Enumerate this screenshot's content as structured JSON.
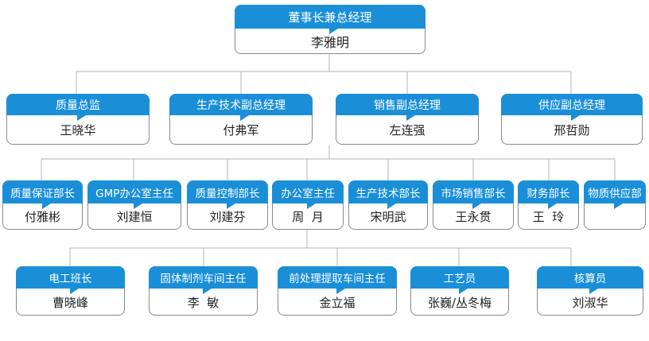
{
  "chairman": {
    "title": "董事长兼总经理",
    "name": "李雅明"
  },
  "vice": [
    {
      "title": "质量总监",
      "name": "王晓华"
    },
    {
      "title": "生产技术副总经理",
      "name": "付弗军"
    },
    {
      "title": "销售副总经理",
      "name": "左连强"
    },
    {
      "title": "供应副总经理",
      "name": "邢哲勋"
    }
  ],
  "departments": [
    {
      "title": "质量保证部长",
      "name": "付雅彬"
    },
    {
      "title": "GMP办公室主任",
      "name": "刘建恒"
    },
    {
      "title": "质量控制部长",
      "name": "刘建芬"
    },
    {
      "title": "办公室主任",
      "name": "周  月"
    },
    {
      "title": "生产技术部长",
      "name": "宋明武"
    },
    {
      "title": "市场销售部长",
      "name": "王永贯"
    },
    {
      "title": "财务部长",
      "name": "王  玲"
    },
    {
      "title": "物质供应部",
      "name": ""
    }
  ],
  "workshops": [
    {
      "title": "电工班长",
      "name": "曹晓峰"
    },
    {
      "title": "固体制剂车间主任",
      "name": "李  敏"
    },
    {
      "title": "前处理提取车间主任",
      "name": "金立福"
    },
    {
      "title": "工艺员",
      "name": "张巍/丛冬梅"
    },
    {
      "title": "核算员",
      "name": "刘淑华"
    }
  ],
  "colors": {
    "header_blue": "#1a8fd8",
    "border_gray": "#8a8a8a",
    "line_gray": "#b5b5b5"
  }
}
